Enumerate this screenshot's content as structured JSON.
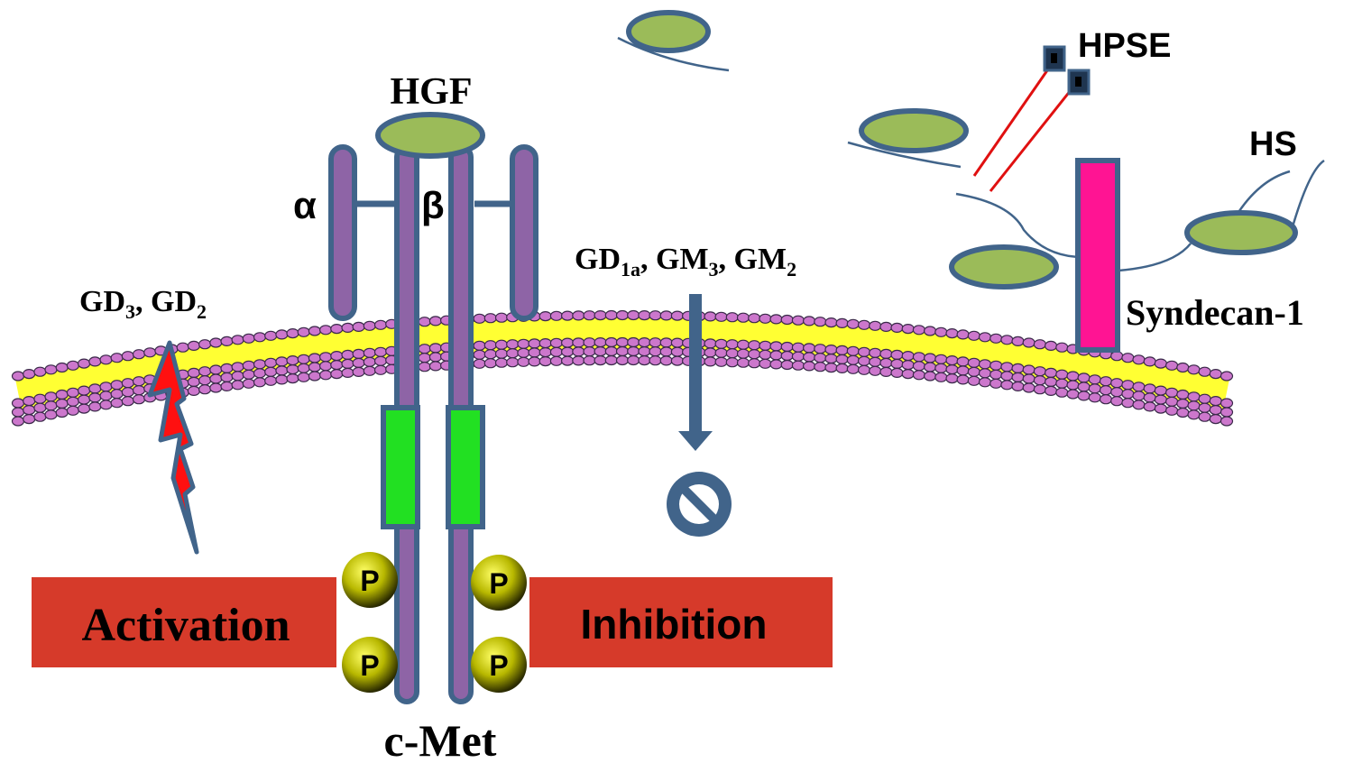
{
  "labels": {
    "hgf": "HGF",
    "alpha": "α",
    "beta": "β",
    "gd3": "GD",
    "gd3_sub": "3",
    "gd3_sep": ", GD",
    "gd2_sub": "2",
    "gd1a": "GD",
    "gd1a_sub": "1a",
    "gm3": ", GM",
    "gm3_sub": "3",
    "gm2": ", GM",
    "gm2_sub": "2",
    "hpse": "HPSE",
    "hs": "HS",
    "syndecan": "Syndecan-1",
    "cmet": "c-Met",
    "activation": "Activation",
    "inhibition": "Inhibition",
    "phospho": "P"
  },
  "colors": {
    "activation_box": "#d63a2a",
    "inhibition_box": "#d63a2a",
    "receptor_fill": "#8e64a6",
    "receptor_outline": "#41648a",
    "kinase_domain": "#22e022",
    "hgf_ellipse": "#9bbb59",
    "syndecan_bar": "#ff1493",
    "membrane_head": "#cc77cc",
    "membrane_tail": "#ffff33",
    "hpse_cut": "#e01010",
    "phospho_ball": "#c8c800"
  },
  "icons": {
    "lightning": "lightning-bolt-icon",
    "inhibit": "no-entry-icon",
    "phospho": "phosphate-ball-icon"
  }
}
